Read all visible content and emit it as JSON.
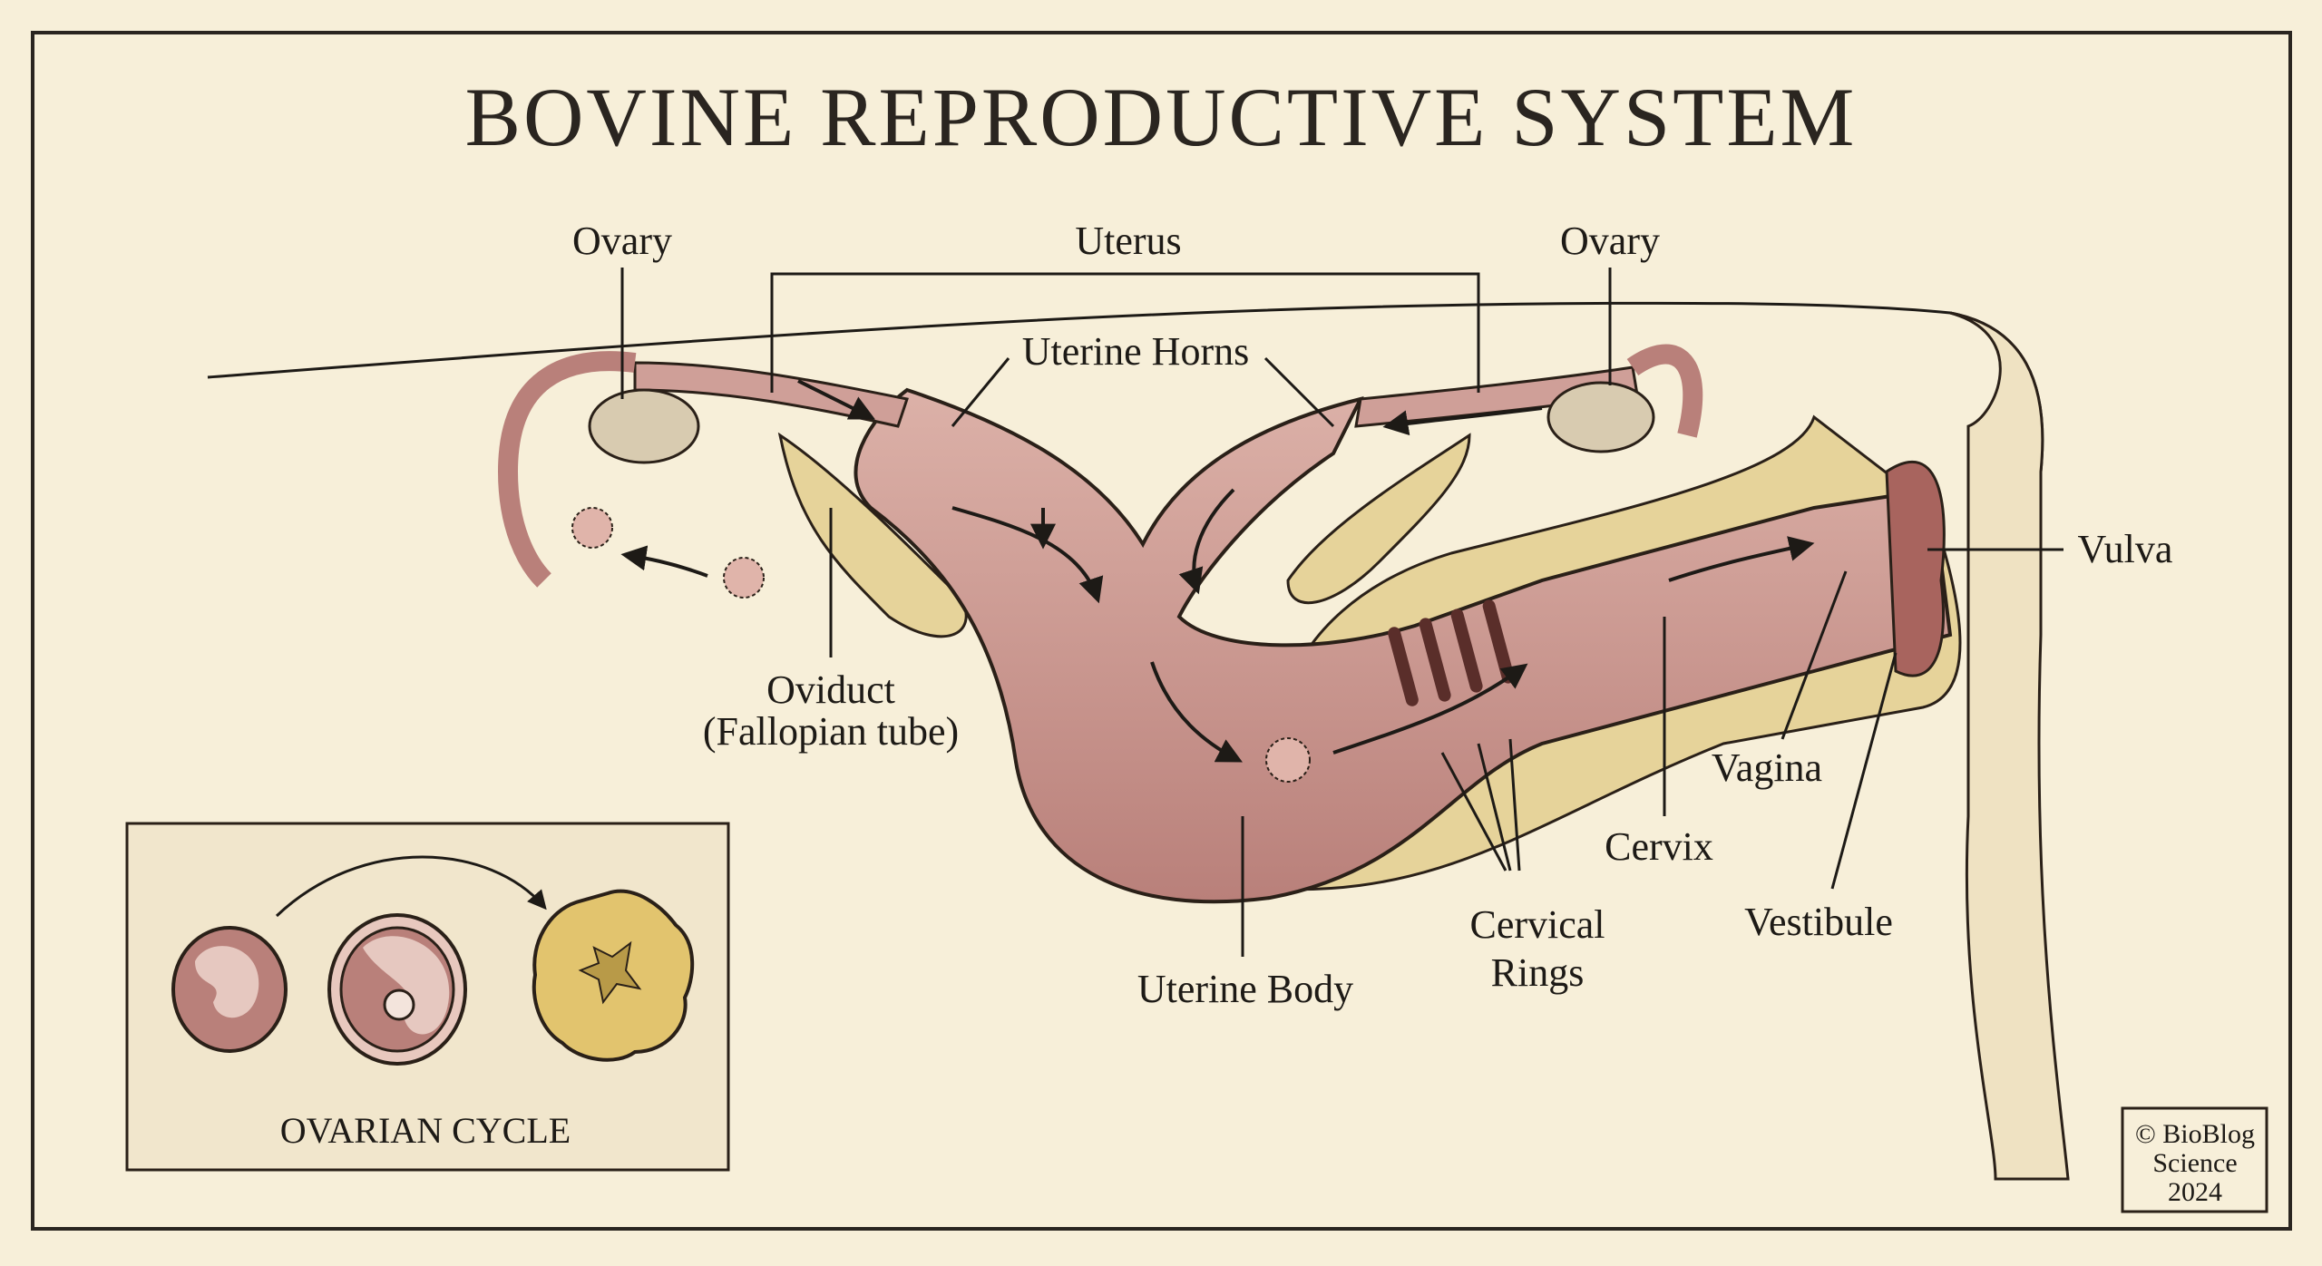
{
  "title": "BOVINE REPRODUCTIVE SYSTEM",
  "labels": {
    "ovary_left": "Ovary",
    "uterus": "Uterus",
    "ovary_right": "Ovary",
    "uterine_horns": "Uterine Horns",
    "oviduct": "Oviduct",
    "oviduct_alt": "(Fallopian tube)",
    "vulva": "Vulva",
    "vagina": "Vagina",
    "cervix": "Cervix",
    "vestibule": "Vestibule",
    "cervical_rings_1": "Cervical",
    "cervical_rings_2": "Rings",
    "uterine_body": "Uterine Body"
  },
  "inset": {
    "title": "OVARIAN CYCLE"
  },
  "credit": {
    "line1": "© BioBlog",
    "line2": "Science",
    "line3": "2024"
  },
  "colors": {
    "paper": "#f7efd9",
    "tissue": "#cf9f98",
    "tissue_dark": "#a8645e",
    "fat": "#e6d39a",
    "corpus_luteum": "#e2c46e"
  }
}
